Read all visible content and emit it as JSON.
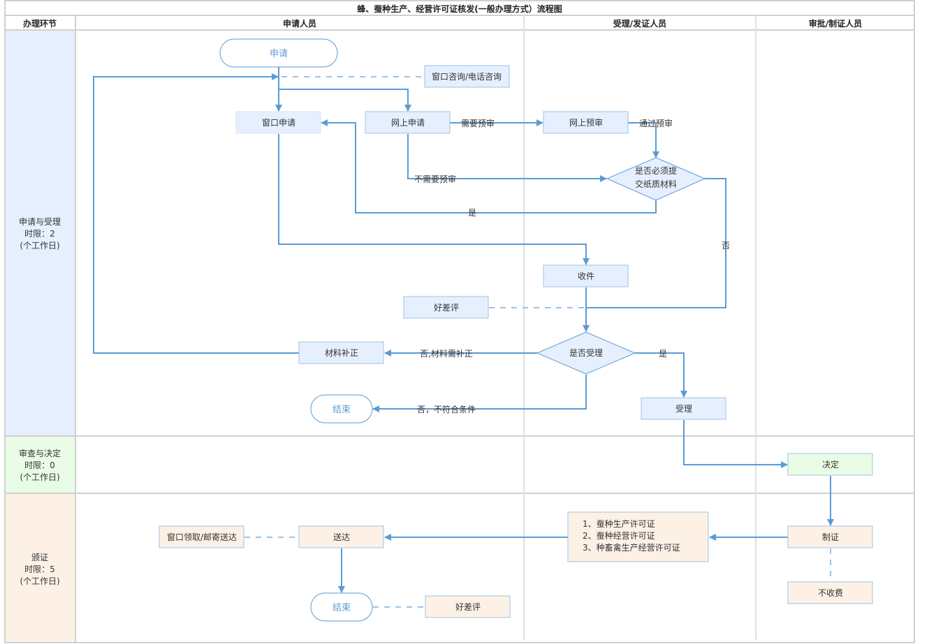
{
  "title": "蜂、蚕种生产、经营许可证核发(一般办理方式）流程图",
  "lanes": {
    "stage_header": "办理环节",
    "applicant": "申请人员",
    "acceptance": "受理/发证人员",
    "approval": "审批/制证人员"
  },
  "stages": [
    {
      "name": "申请与受理",
      "limit": "时限：2",
      "unit": "(个工作日)",
      "color": "#e6effd"
    },
    {
      "name": "审查与决定",
      "limit": "时限：0",
      "unit": "(个工作日)",
      "color": "#e9fde6"
    },
    {
      "name": "颁证",
      "limit": "时限：5",
      "unit": "(个工作日)",
      "color": "#fdf1e6"
    }
  ],
  "nodes": {
    "start": "申请",
    "consult": "窗口咨询/电话咨询",
    "window_apply": "窗口申请",
    "online_apply": "网上申请",
    "online_precheck": "网上预审",
    "paper_decision_line1": "是否必须提",
    "paper_decision_line2": "交纸质材料",
    "receive": "收件",
    "rating1": "好差评",
    "accept_decision": "是否受理",
    "supplement": "材料补正",
    "end1": "结束",
    "accept": "受理",
    "decide": "决定",
    "certificates": [
      "1、蚕种生产许可证",
      "2、蚕种经营许可证",
      "3、种畜禽生产经营许可证"
    ],
    "make_cert": "制证",
    "no_fee": "不收费",
    "deliver": "送达",
    "pickup": "窗口领取/邮寄送达",
    "end2": "结束",
    "rating2": "好差评"
  },
  "edge_labels": {
    "need_precheck": "需要预审",
    "pass_precheck": "通过预审",
    "no_precheck": "不需要预审",
    "yes_paper": "是",
    "no_paper": "否",
    "need_supplement": "否,材料需补正",
    "yes_accept": "是",
    "not_qualified": "否，不符合条件"
  },
  "colors": {
    "line": "#5b9bd5",
    "dashed": "#9dc3e6",
    "node_blue": "#e6effd",
    "node_green": "#e9fde6",
    "node_orange": "#fdf1e6",
    "grid": "#d0d0d0"
  }
}
